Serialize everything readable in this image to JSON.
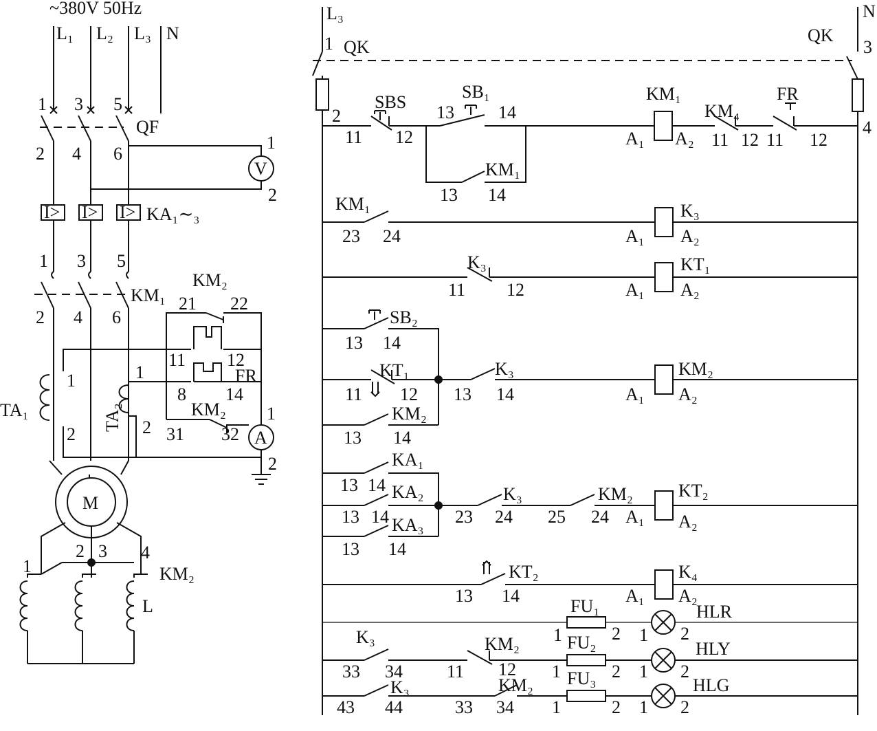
{
  "colors": {
    "ink": "#111111",
    "background": "#ffffff"
  },
  "labels": {
    "supply": "~380V  50Hz",
    "L1": "L₁",
    "L2": "L₂",
    "L3": "L₃",
    "N": "N",
    "qf_1": "1",
    "qf_3": "3",
    "qf_5": "5",
    "QF": "QF",
    "qf_2": "2",
    "qf_4": "4",
    "qf_6": "6",
    "v_1": "1",
    "V": "V",
    "v_2": "2",
    "ka_i1": "I>",
    "ka_i2": "I>",
    "ka_i3": "I>",
    "KA": "KA₁∼₃",
    "km1_1": "1",
    "km1_3": "3",
    "km1_5": "5",
    "KM1_main": "KM₁",
    "km1_2": "2",
    "km1_4": "4",
    "km1_6": "6",
    "KM2_top": "KM₂",
    "t21": "21",
    "t22": "22",
    "t11": "11",
    "t12": "12",
    "FR_left": "FR",
    "t8": "8",
    "t14": "14",
    "KM2_mid": "KM₂",
    "t31": "31",
    "t32": "32",
    "a_1": "1",
    "A": "A",
    "a_2": "2",
    "TA1": "TA₁",
    "ta1_1": "1",
    "ta1_2": "2",
    "TA2": "TA₂",
    "ta2_1": "1",
    "ta2_2": "2",
    "M": "M",
    "m_1": "1",
    "m_2": "2",
    "m_3": "3",
    "m_4": "4",
    "KM2_bot": "KM₂",
    "Lcoil": "L",
    "L3_r": "L₃",
    "r_1": "1",
    "QK_l": "QK",
    "N_r": "N",
    "r_3": "3",
    "QK_r": "QK",
    "r_2": "2",
    "r_4": "4",
    "SBS": "SBS",
    "sbs_11": "11",
    "sbs_12": "12",
    "SB1": "SB₁",
    "sb1_13": "13",
    "sb1_14": "14",
    "KM1_seal": "KM₁",
    "km1s_13": "13",
    "km1s_14": "14",
    "KM1_coil": "KM₁",
    "km1c_a1": "A₁",
    "km1c_a2": "A₂",
    "KM4": "KM₄",
    "km4_11": "11",
    "km4_12": "12",
    "FR": "FR",
    "fr_11": "11",
    "fr_12": "12",
    "KM1_r2": "KM₁",
    "r2_23": "23",
    "r2_24": "24",
    "K3_coil": "K₃",
    "k3c_a1": "A₁",
    "k3c_a2": "A₂",
    "K3_r3": "K₃",
    "r3_11": "11",
    "r3_12": "12",
    "KT1_coil": "KT₁",
    "kt1c_a1": "A₁",
    "kt1c_a2": "A₂",
    "SB2": "SB₂",
    "sb2_13": "13",
    "sb2_14": "14",
    "KT1": "KT₁",
    "kt1_11": "11",
    "kt1_12": "12",
    "K3_r4": "K₃",
    "r4_13": "13",
    "r4_14": "14",
    "KM2_coil": "KM₂",
    "km2c_a1": "A₁",
    "km2c_a2": "A₂",
    "KM2_r4": "KM₂",
    "km2s_13": "13",
    "km2s_14": "14",
    "KA1": "KA₁",
    "ka1_13": "13",
    "ka1_14": "14",
    "KA2": "KA₂",
    "ka2_13": "13",
    "ka2_14": "14",
    "KA3": "KA₃",
    "ka3_13": "13",
    "ka3_14": "14",
    "K3_r5": "K₃",
    "r5_23": "23",
    "r5_24": "24",
    "KM2_r5": "KM₂",
    "r5_25": "25",
    "r5_24b": "24",
    "KT2_coil": "KT₂",
    "kt2c_a1": "A₁",
    "kt2c_a2": "A₂",
    "KT2": "KT₂",
    "kt2_13": "13",
    "kt2_14": "14",
    "K4_coil": "K₄",
    "k4c_a1": "A₁",
    "k4c_a2": "A₂",
    "FU1": "FU₁",
    "fu1_1": "1",
    "fu1_2": "2",
    "hlr_1": "1",
    "hlr_2": "2",
    "HLR": "HLR",
    "K3_r8": "K₃",
    "r8_33": "33",
    "r8_34": "34",
    "KM2_r8": "KM₂",
    "r8_11": "11",
    "r8_12": "12",
    "FU2": "FU₂",
    "fu2_1": "1",
    "fu2_2": "2",
    "hly_1": "1",
    "hly_2": "2",
    "HLY": "HLY",
    "K3_r9": "K₃",
    "r9_43": "43",
    "r9_44": "44",
    "KM2_r9": "KM₂",
    "r9_33": "33",
    "r9_34": "34",
    "FU3": "FU₃",
    "fu3_1": "1",
    "fu3_2": "2",
    "hlg_1": "1",
    "hlg_2": "2",
    "HLG": "HLG"
  }
}
